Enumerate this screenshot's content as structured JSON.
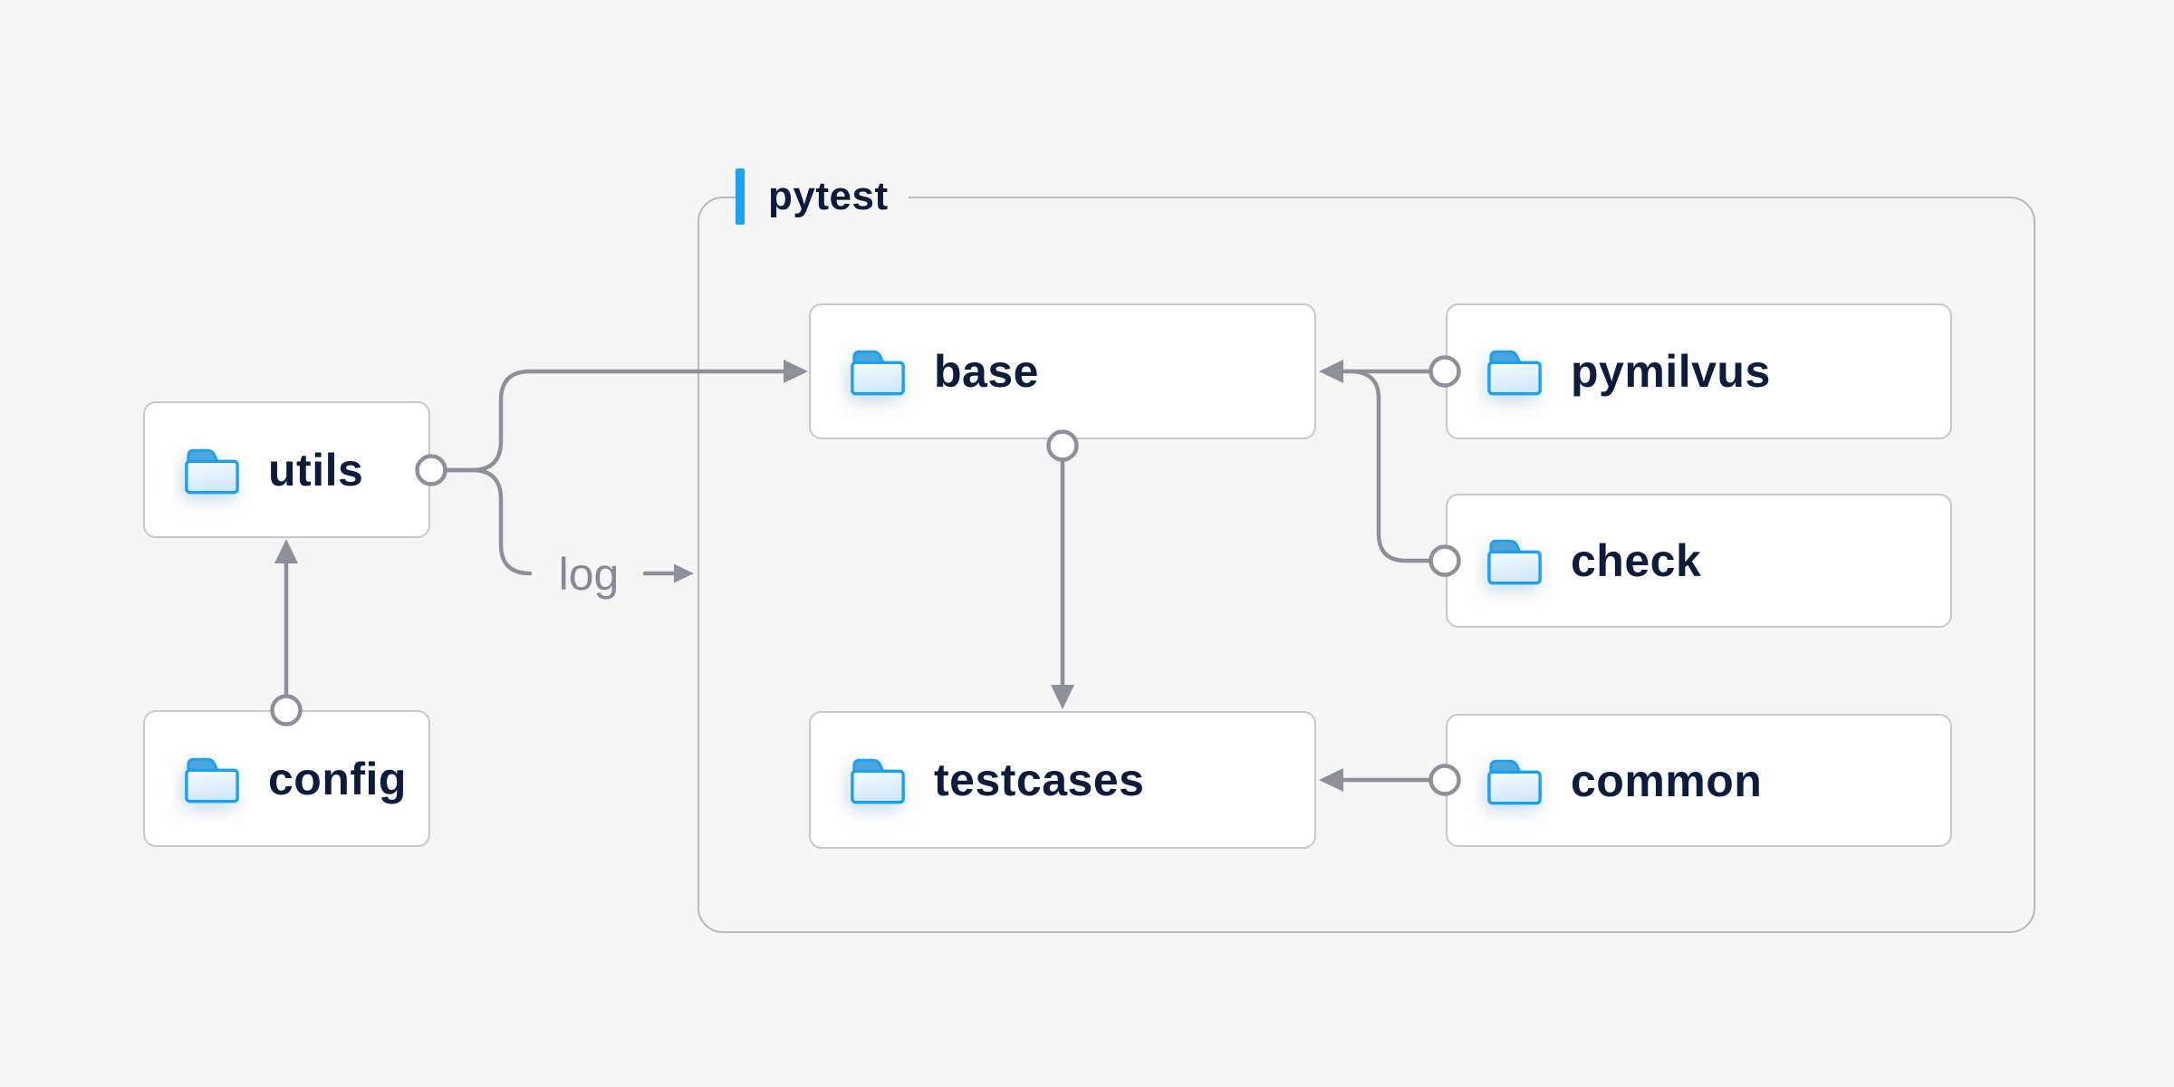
{
  "diagram": {
    "container": {
      "label": "pytest"
    },
    "nodes": {
      "utils": {
        "label": "utils",
        "icon": "folder-icon"
      },
      "config": {
        "label": "config",
        "icon": "folder-icon"
      },
      "base": {
        "label": "base",
        "icon": "folder-icon"
      },
      "pymilvus": {
        "label": "pymilvus",
        "icon": "folder-icon"
      },
      "check": {
        "label": "check",
        "icon": "folder-icon"
      },
      "testcases": {
        "label": "testcases",
        "icon": "folder-icon"
      },
      "common": {
        "label": "common",
        "icon": "folder-icon"
      }
    },
    "log_label": "log",
    "edges": [
      {
        "from": "config",
        "to": "utils"
      },
      {
        "from": "utils",
        "to": "base"
      },
      {
        "from": "utils",
        "to": "log",
        "label": "log"
      },
      {
        "from": "pymilvus",
        "to": "base"
      },
      {
        "from": "check",
        "to": "base"
      },
      {
        "from": "base",
        "to": "testcases"
      },
      {
        "from": "common",
        "to": "testcases"
      }
    ],
    "colors": {
      "background": "#f5f5f6",
      "accent_blue": "#18a5f3",
      "node_border": "#c6c7d1",
      "group_border": "#b6b7c3",
      "node_text": "#0d1b3c",
      "wire_gray": "#8d8f9b",
      "log_text": "#86889a",
      "folder_stroke": "#1aa0ef",
      "folder_tab": "#4ba6dc",
      "folder_fill_top": "#f8fcff",
      "folder_fill_bottom": "#cfe8fa"
    }
  }
}
